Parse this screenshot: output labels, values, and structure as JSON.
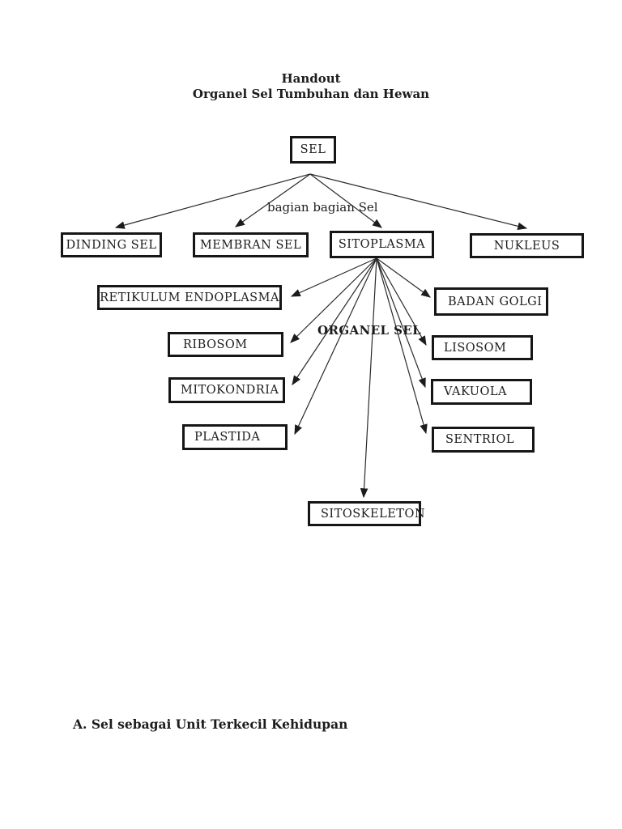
{
  "document": {
    "title_line1": "Handout",
    "title_line2": "Organel Sel Tumbuhan dan Hewan",
    "section_heading": "A. Sel sebagai Unit Terkecil Kehidupan"
  },
  "diagram": {
    "branch_label": "bagian bagian Sel",
    "center_label": "ORGANEL SEL",
    "nodes": {
      "sel": "SEL",
      "dinding_sel": "DINDING SEL",
      "membran_sel": "MEMBRAN SEL",
      "sitoplasma": "SITOPLASMA",
      "nukleus": "NUKLEUS",
      "retikulum_endoplasma": "RETIKULUM ENDOPLASMA",
      "badan_golgi": "BADAN GOLGI",
      "ribosom": "RIBOSOM",
      "lisosom": "LISOSOM",
      "mitokondria": "MITOKONDRIA",
      "vakuola": "VAKUOLA",
      "plastida": "PLASTIDA",
      "sentriol": "SENTRIOL",
      "sitoskeleton": "SITOSKELETON"
    },
    "edges": [
      {
        "from": "sel",
        "to": "dinding_sel"
      },
      {
        "from": "sel",
        "to": "membran_sel"
      },
      {
        "from": "sel",
        "to": "sitoplasma"
      },
      {
        "from": "sel",
        "to": "nukleus"
      },
      {
        "from": "sitoplasma",
        "to": "retikulum_endoplasma"
      },
      {
        "from": "sitoplasma",
        "to": "ribosom"
      },
      {
        "from": "sitoplasma",
        "to": "mitokondria"
      },
      {
        "from": "sitoplasma",
        "to": "plastida"
      },
      {
        "from": "sitoplasma",
        "to": "sitoskeleton"
      },
      {
        "from": "sitoplasma",
        "to": "sentriol"
      },
      {
        "from": "sitoplasma",
        "to": "vakuola"
      },
      {
        "from": "sitoplasma",
        "to": "lisosom"
      },
      {
        "from": "sitoplasma",
        "to": "badan_golgi"
      }
    ]
  },
  "colors": {
    "ink": "#1c1c1c",
    "box_border": "#161616",
    "background": "#ffffff"
  }
}
